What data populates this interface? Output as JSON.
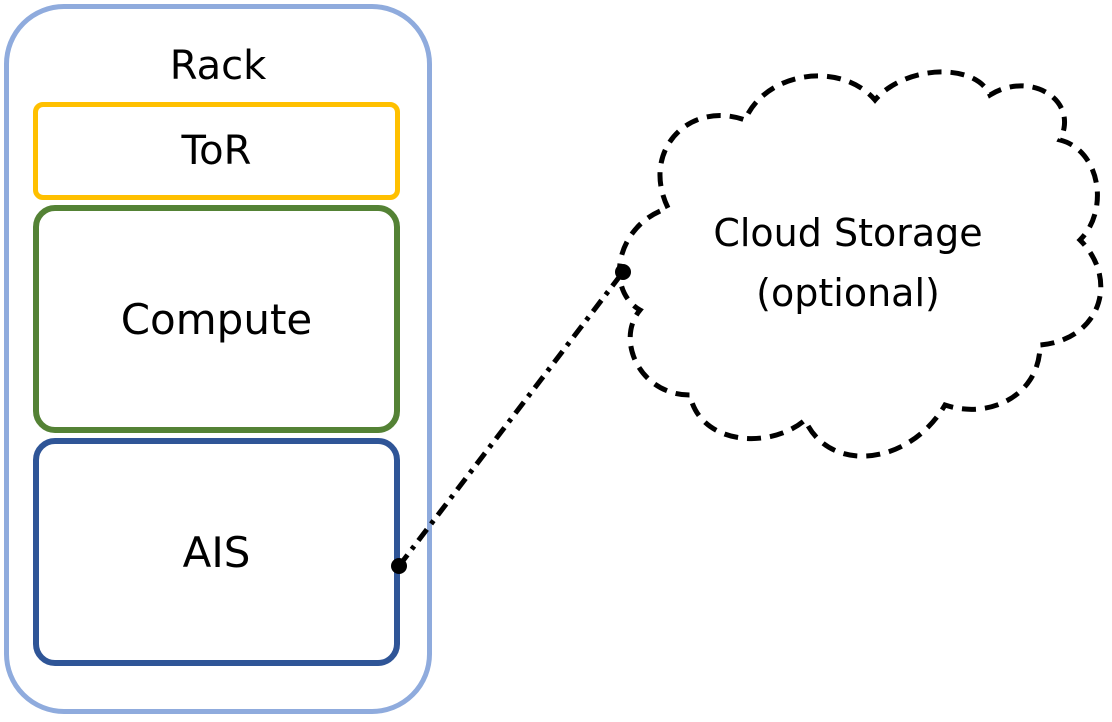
{
  "rack": {
    "label": "Rack",
    "color": "#8fabdd"
  },
  "tor": {
    "label": "ToR",
    "color": "#ffc000"
  },
  "compute": {
    "label": "Compute",
    "color": "#548235"
  },
  "ais": {
    "label": "AIS",
    "color": "#2f5597"
  },
  "cloud": {
    "line1": "Cloud Storage",
    "line2": "(optional)",
    "style": "dashed"
  },
  "connector": {
    "style": "dash-dot",
    "from": "AIS",
    "to": "Cloud Storage"
  }
}
